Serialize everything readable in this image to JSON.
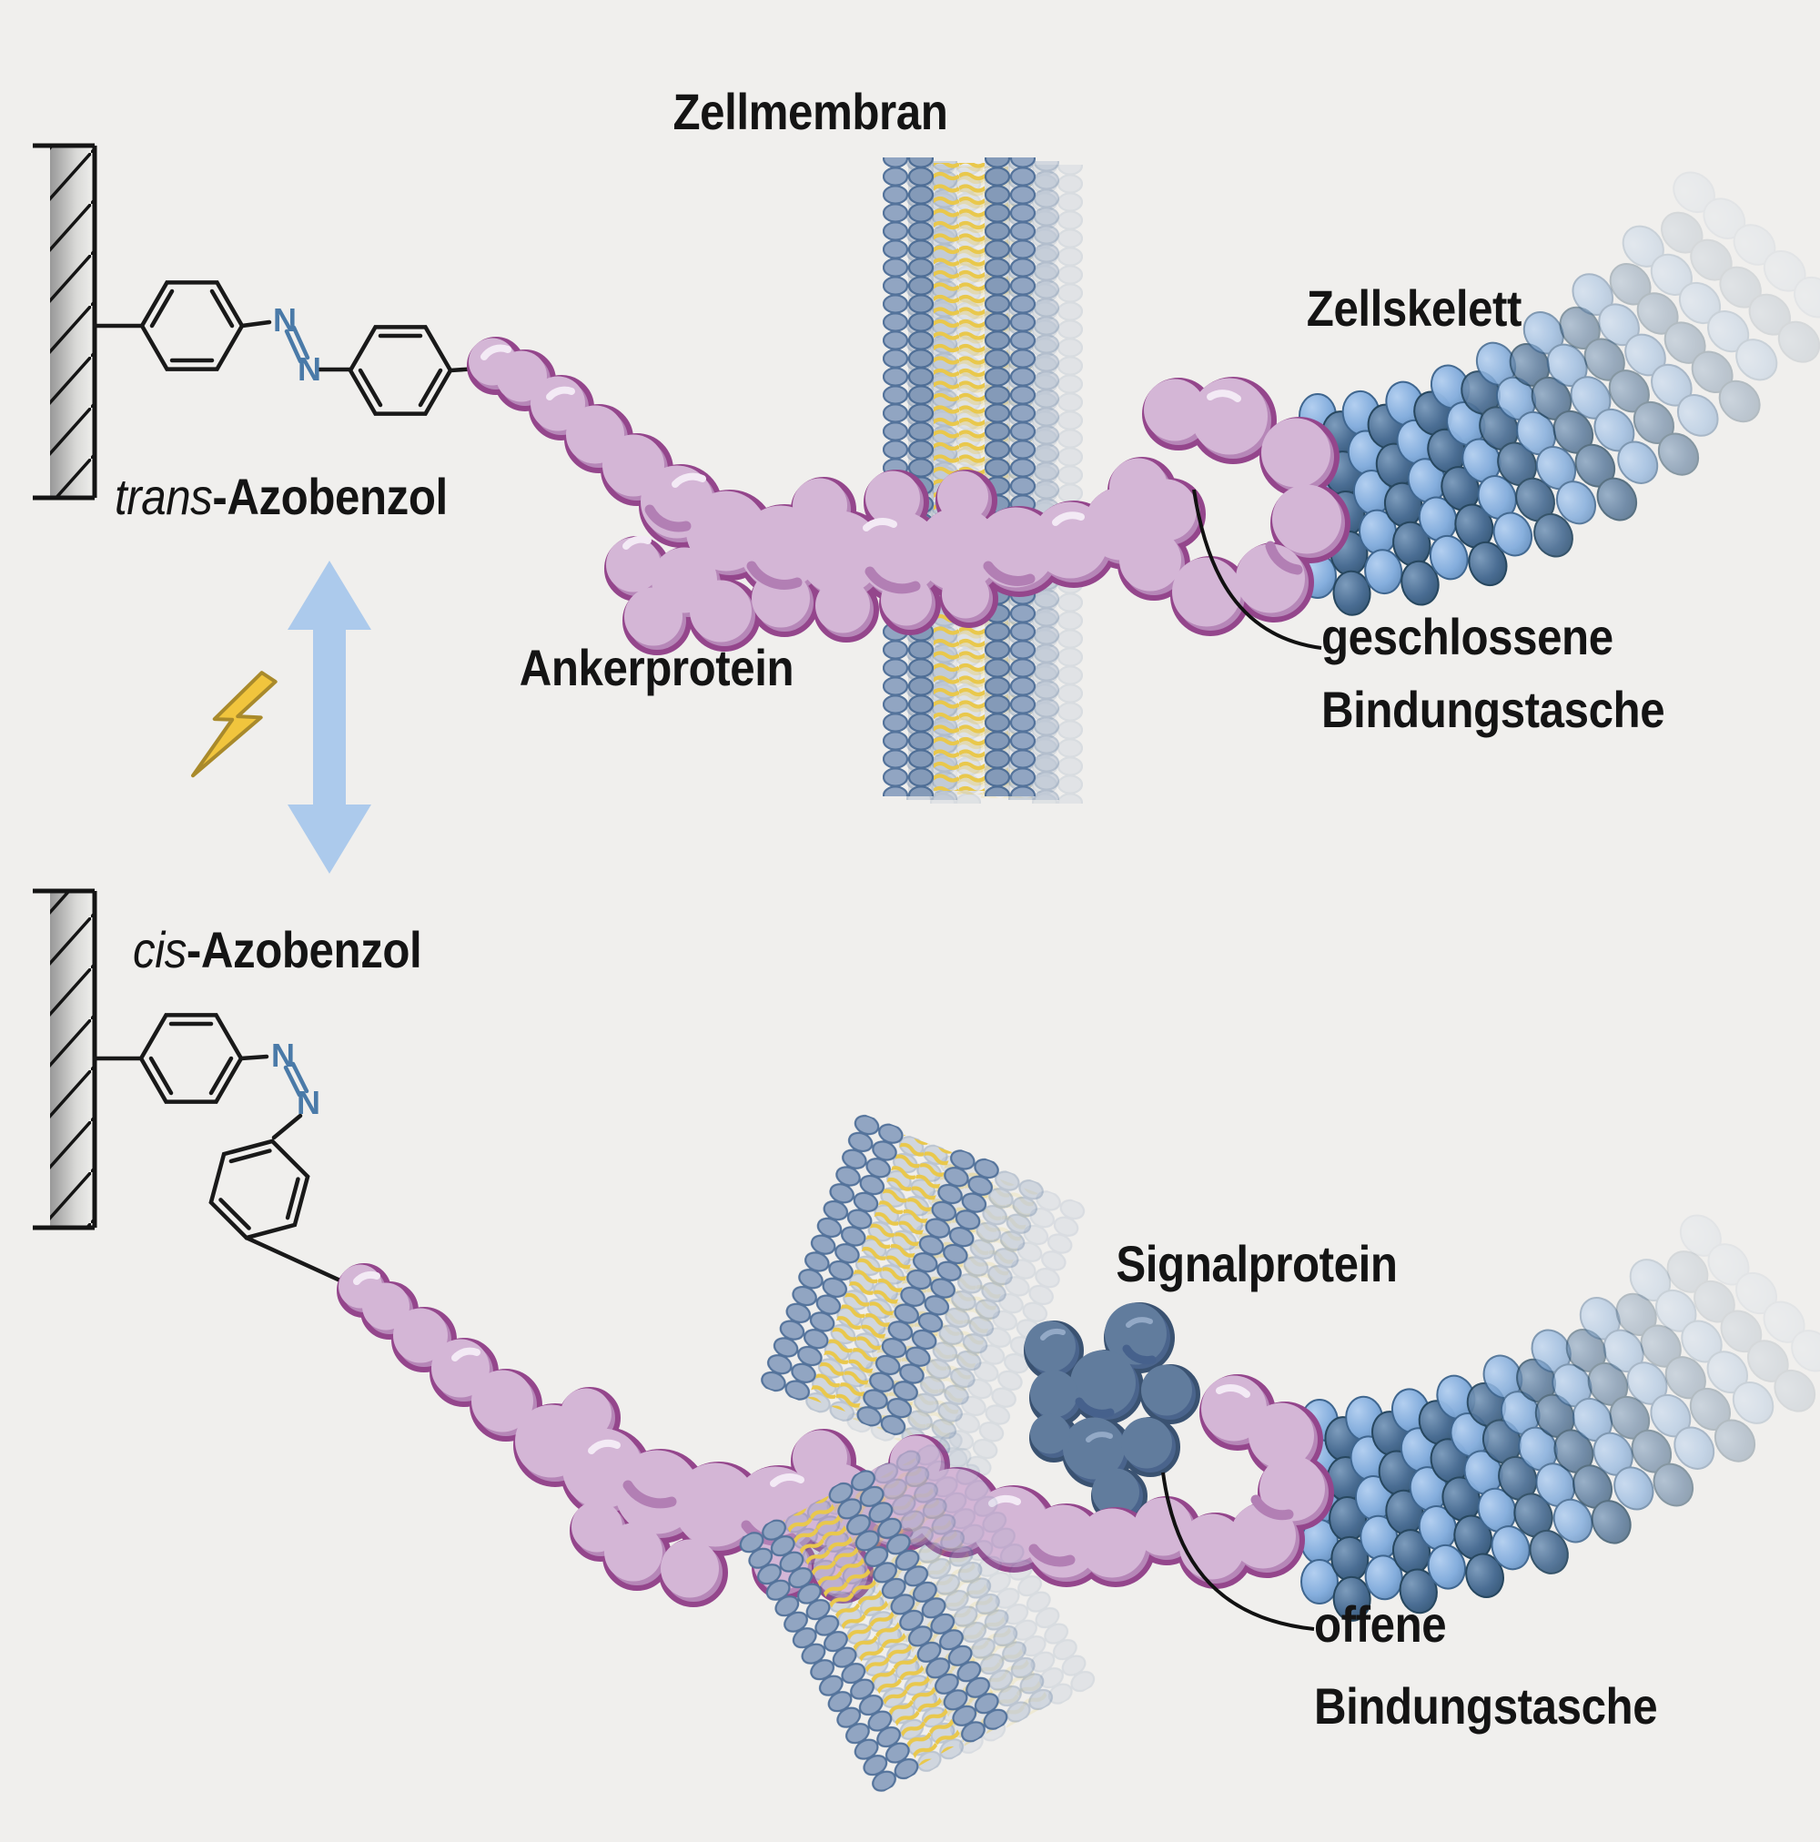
{
  "figure": {
    "description_labels": {
      "membrane": "Zellmembran",
      "cytoskeleton": "Zellskelett",
      "anchor_protein": "Ankerprotein",
      "signal_protein": "Signalprotein",
      "closed_pocket_line1": "geschlossene",
      "closed_pocket_line2": "Bindungstasche",
      "open_pocket_line1": "offene",
      "open_pocket_line2": "Bindungstasche",
      "trans_prefix": "trans",
      "trans_suffix": "-Azobenzol",
      "cis_prefix": "cis",
      "cis_suffix": "-Azobenzol"
    },
    "chemistry": {
      "nitrogen": "N",
      "nitrogen_color": "#4a7aa8"
    },
    "icons": {
      "lightning_icon": "lightning-bolt (light trigger)",
      "switch_arrow_icon": "double-headed-arrow (reversible switching)"
    },
    "colors": {
      "background": "#f0efed",
      "membrane_head_bead": "#91a5c2",
      "membrane_head_outline": "#54739b",
      "membrane_tail": "#e9c84c",
      "anchor_protein_base": "#d4b6d6",
      "anchor_protein_shadow": "#b687b8",
      "anchor_protein_outline": "#94468c",
      "signal_protein_base": "#617c9d",
      "signal_protein_shadow": "#4a648c",
      "signal_protein_outline": "#3a5271",
      "cytoskeleton_light": "#85aedd",
      "cytoskeleton_dark": "#4a6d93",
      "arrow": "#accaec",
      "lightning": "#f1c53d",
      "wall": "#9b9b9b",
      "text": "#141414"
    }
  }
}
